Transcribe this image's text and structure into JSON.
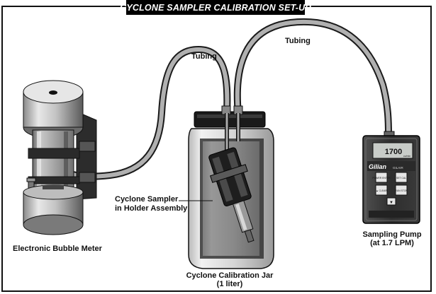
{
  "title": "CYCLONE SAMPLER CALIBRATION SET-UP",
  "labels": {
    "tubing_left": "Tubing",
    "tubing_right": "Tubing",
    "bubble_meter": "Electronic Bubble Meter",
    "cyclone_sampler_line1": "Cyclone Sampler",
    "cyclone_sampler_line2": "in Holder Assembly",
    "jar_line1": "Cyclone Calibration Jar",
    "jar_line2": "(1 liter)",
    "pump_line1": "Sampling Pump",
    "pump_line2": "(at 1.7 LPM)"
  },
  "pump": {
    "display": "1700",
    "display_unit": "cc/min",
    "brand": "Gilian",
    "brand_suffix": "GILAIR",
    "buttons": [
      "POWER ENTER",
      "SET CAL",
      "▲ CLEAR",
      "RUN STOP",
      "▼"
    ]
  },
  "colors": {
    "tube": "#a7a7a7",
    "tube_outline": "#1a1a1a",
    "metal_light": "#d6d6d6",
    "metal_dark": "#4a4a4a",
    "pump_body": "#3c3c3c",
    "frame": "#111111"
  }
}
